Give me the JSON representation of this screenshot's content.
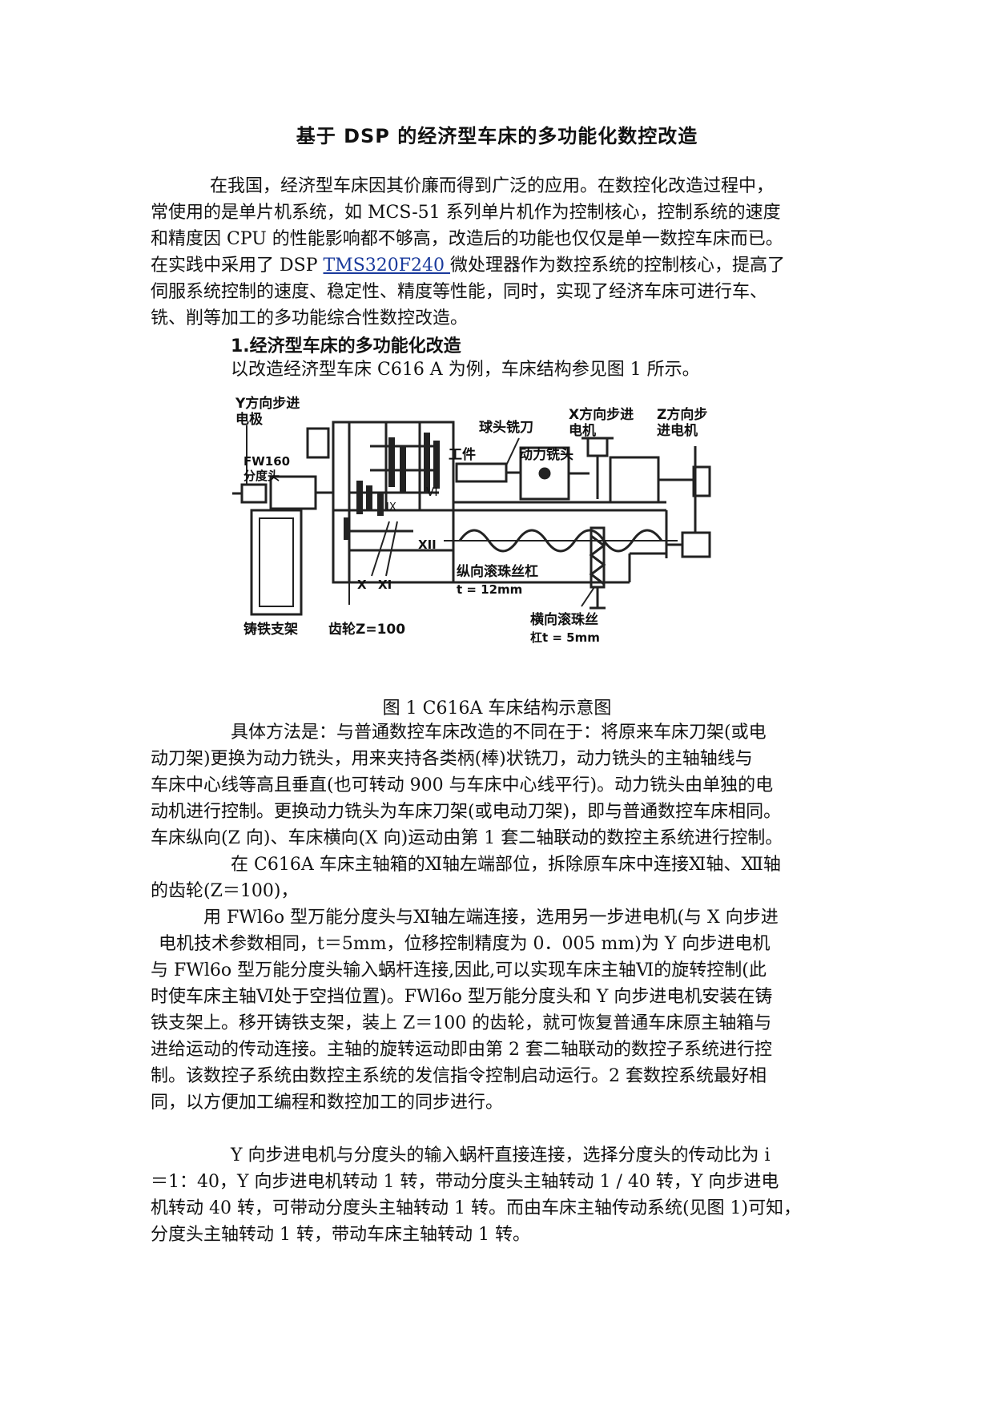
{
  "doc": {
    "title": "基于 DSP 的经济型车床的多功能化数控改造",
    "intro": {
      "l1": "在我国，经济型车床因其价廉而得到广泛的应用。在数控化改造过程中，",
      "l2": "常使用的是单片机系统，如 MCS-51 系列单片机作为控制核心，控制系统的速度",
      "l3": "和精度因 CPU 的性能影响都不够高，改造后的功能也仅仅是单一数控车床而已。",
      "l4_pre": "在实践中采用了 DSP ",
      "l4_link": "TMS320F240 ",
      "l4_post": "微处理器作为数控系统的控制核心，提高了",
      "l5": "伺服系统控制的速度、稳定性、精度等性能，同时，实现了经济车床可进行车、",
      "l6": "铣、削等加工的多功能综合性数控改造。"
    },
    "section1_heading": "1.经济型车床的多功能化改造",
    "section1_intro": "以改造经济型车床 C616 A 为例，车床结构参见图 1 所示。",
    "figure": {
      "caption": "图 1 C616A 车床结构示意图",
      "labels": {
        "y_motor_1": "Y方向步进",
        "y_motor_2": "电极",
        "fw160_1": "FW160",
        "fw160_2": "分度头",
        "ball_cutter": "球头铣刀",
        "x_motor_1": "X方向步进",
        "x_motor_2": "电机",
        "z_motor_1": "Z方向步",
        "z_motor_2": "进电机",
        "workpiece": "工件",
        "power_head": "动力铣头",
        "vi": "VI",
        "ix": "IX",
        "xii": "XII",
        "x": "X",
        "xi": "XI",
        "long_screw_1": "纵向滚珠丝杠",
        "long_screw_2": "t = 12mm",
        "cross_screw_1": "横向滚珠丝",
        "cross_screw_2": "杠t = 5mm",
        "stand": "铸铁支架",
        "gear": "齿轮Z=100"
      }
    },
    "method": {
      "l1": "具体方法是：与普通数控车床改造的不同在于：将原来车床刀架(或电",
      "l2": "动刀架)更换为动力铣头，用来夹持各类柄(棒)状铣刀，动力铣头的主轴轴线与",
      "l3": "车床中心线等高且垂直(也可转动 900 与车床中心线平行)。动力铣头由单独的电",
      "l4": "动机进行控制。更换动力铣头为车床刀架(或电动刀架)，即与普通数控车床相同。",
      "l5": "车床纵向(Z 向)、车床横向(X 向)运动由第 1 套二轴联动的数控主系统进行控制。"
    },
    "p_spindle": {
      "l1": "在 C616A 车床主轴箱的Ⅺ轴左端部位，拆除原车床中连接Ⅺ轴、Ⅻ轴",
      "l2": "的齿轮(Z＝100)，"
    },
    "p_fw160": {
      "l1": "用 FWl6o 型万能分度头与Ⅺ轴左端连接，选用另一步进电机(与 X 向步进",
      "l2": "电机技术参数相同，t＝5mm，位移控制精度为 0．005 mm)为 Y 向步进电机",
      "l3": "与 FWl6o 型万能分度头输入蜗杆连接,因此,可以实现车床主轴Ⅵ的旋转控制(此",
      "l4": "时使车床主轴Ⅵ处于空挡位置)。FWl6o 型万能分度头和 Y 向步进电机安装在铸",
      "l5": "铁支架上。移开铸铁支架，装上 Z＝100 的齿轮，就可恢复普通车床原主轴箱与",
      "l6": "进给运动的传动连接。主轴的旋转运动即由第 2 套二轴联动的数控子系统进行控",
      "l7": "制。该数控子系统由数控主系统的发信指令控制启动运行。2 套数控系统最好相",
      "l8": "同，以方便加工编程和数控加工的同步进行。"
    },
    "p_ratio": {
      "l1": "Y 向步进电机与分度头的输入蜗杆直接连接，选择分度头的传动比为 i",
      "l2": "＝1：40，Y 向步进电机转动 1 转，带动分度头主轴转动 1 / 40 转，Y 向步进电",
      "l3": "机转动 40 转，可带动分度头主轴转动 1 转。而由车床主轴传动系统(见图 1)可知，",
      "l4": "分度头主轴转动 1 转，带动车床主轴转动 1 转。"
    }
  }
}
